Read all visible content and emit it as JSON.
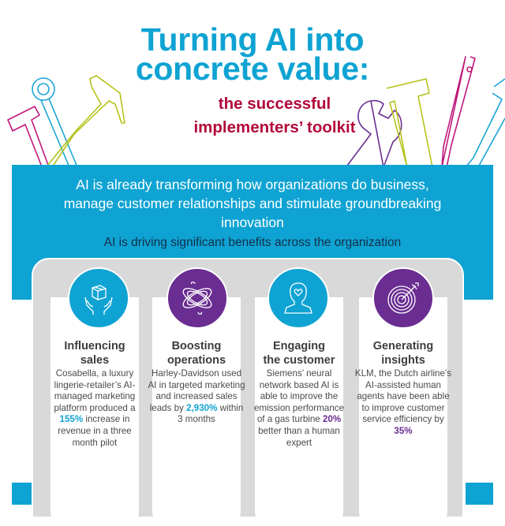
{
  "header": {
    "title_line1": "Turning AI into",
    "title_line2": "concrete value:",
    "subtitle_line1": "the successful",
    "subtitle_line2": "implementers’ toolkit"
  },
  "colors": {
    "brand_blue": "#0ea3d3",
    "brand_purple": "#6a2d91",
    "subtitle_red": "#b1083a",
    "panel_gray": "#d9d9d9"
  },
  "banner": {
    "lead": "AI is already transforming how organizations do business, manage customer relationships and stimulate groundbreaking innovation",
    "sub": "AI is driving significant benefits across the organization"
  },
  "cards": [
    {
      "icon": "hands-holding-box-icon",
      "heading_l1": "Influencing",
      "heading_l2": "sales",
      "body_pre": "Cosabella, a luxury lingerie-retailer’s AI-managed marketing platform produced a ",
      "highlight": "155%",
      "body_post": " increase in revenue in a three month pilot"
    },
    {
      "icon": "atom-icon",
      "heading_l1": "Boosting",
      "heading_l2": "operations",
      "body_pre": "Harley-Davidson used AI in targeted marketing and increased sales leads by ",
      "highlight": "2,930%",
      "body_post": " within 3 months"
    },
    {
      "icon": "head-heart-icon",
      "heading_l1": "Engaging",
      "heading_l2": "the customer",
      "body_pre": "Siemens’ neural network based AI is able to improve the emission performance of a gas turbine ",
      "highlight": "20%",
      "body_post": " better than a human expert"
    },
    {
      "icon": "target-arrow-icon",
      "heading_l1": "Generating",
      "heading_l2": "insights",
      "body_pre": "KLM, the Dutch airline’s AI-assisted human agents have been able to improve customer service efficiency by ",
      "highlight": "35%",
      "body_post": ""
    }
  ]
}
